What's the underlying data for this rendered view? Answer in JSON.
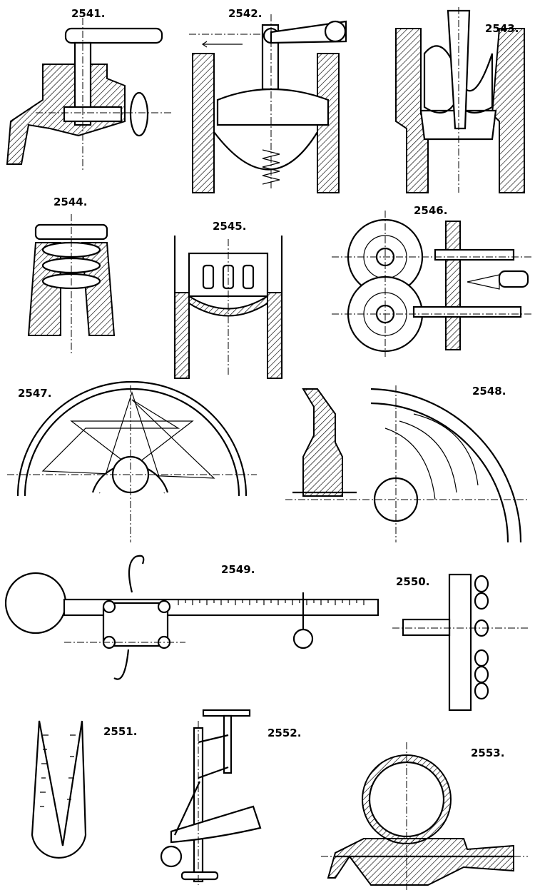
{
  "figures": [
    {
      "number": "2541."
    },
    {
      "number": "2542."
    },
    {
      "number": "2543."
    },
    {
      "number": "2544."
    },
    {
      "number": "2545."
    },
    {
      "number": "2546."
    },
    {
      "number": "2547."
    },
    {
      "number": "2548."
    },
    {
      "number": "2549."
    },
    {
      "number": "2550."
    },
    {
      "number": "2551."
    },
    {
      "number": "2552."
    },
    {
      "number": "2553."
    }
  ]
}
